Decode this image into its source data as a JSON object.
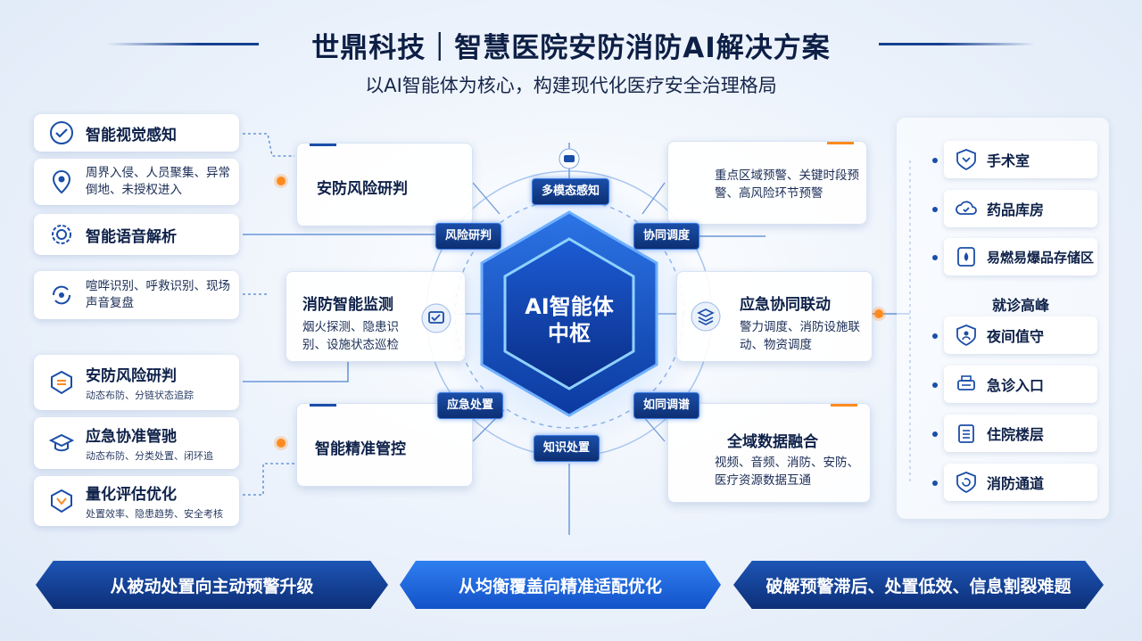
{
  "header": {
    "title": "世鼎科技｜智慧医院安防消防AI解决方案",
    "subtitle": "以AI智能体为核心，构建现代化医疗安全治理格局"
  },
  "left_cards": [
    {
      "title": "智能视觉感知",
      "icon": "shield-check-icon"
    },
    {
      "text": "周界入侵、人员聚集、异常倒地、未授权进入",
      "icon": "location-pin-icon"
    },
    {
      "title": "智能语音解析",
      "icon": "gear-icon"
    },
    {
      "text": "喧哗识别、呼救识别、现场声音复盘",
      "icon": "refresh-gear-icon"
    },
    {
      "title": "安防风险研判",
      "sub": "动态布防、分链状态追踪",
      "icon": "stack-shield-icon"
    },
    {
      "title": "应急协准管驰",
      "sub": "动态布防、分类处置、闭环追",
      "icon": "graduation-cap-icon"
    },
    {
      "title": "量化评估优化",
      "sub": "处置效率、隐患趋势、安全考核",
      "icon": "chart-down-shield-icon"
    }
  ],
  "mid_left": {
    "box1": {
      "title": "安防风险研判"
    },
    "box2": {
      "title": "消防智能监测",
      "text": "烟火探测、隐患识别、设施状态巡检"
    },
    "box3": {
      "title": "智能精准管控"
    }
  },
  "mid_right": {
    "box1": {
      "text": "重点区域预警、关键时段预警、高风险环节预警"
    },
    "box2": {
      "title": "应急协同联动",
      "text": "警力调度、消防设施联动、物资调度"
    },
    "box3": {
      "title": "全域数据融合",
      "text": "视频、音频、消防、安防、医疗资源数据互通"
    }
  },
  "hub": {
    "title_line1": "AI智能体",
    "title_line2": "中枢",
    "pills": [
      "多模态感知",
      "风险研判",
      "协同调度",
      "应急处置",
      "如同调谱",
      "知识处置"
    ]
  },
  "right_panel": {
    "items": [
      {
        "label": "手术室",
        "icon": "shield-down-icon",
        "card": true
      },
      {
        "label": "药品库房",
        "icon": "cloud-check-icon",
        "card": true
      },
      {
        "label": "易燃易爆品存储区",
        "icon": "flame-shield-icon",
        "card": true
      },
      {
        "label": "就诊高峰",
        "card": false
      },
      {
        "label": "夜间值守",
        "icon": "person-shield-icon",
        "card": true
      },
      {
        "label": "急诊入口",
        "icon": "printer-icon",
        "card": true
      },
      {
        "label": "住院楼层",
        "icon": "building-shield-icon",
        "card": true
      },
      {
        "label": "消防通道",
        "icon": "refresh-shield-icon",
        "card": true
      }
    ]
  },
  "banners": [
    "从被动处置向主动预警升级",
    "从均衡覆盖向精准适配优化",
    "破解预警滞后、处置低效、信息割裂难题"
  ],
  "colors": {
    "primary": "#0d2f78",
    "accent": "#2f7ff0",
    "orange": "#ff8a1f",
    "text": "#0e2149"
  }
}
